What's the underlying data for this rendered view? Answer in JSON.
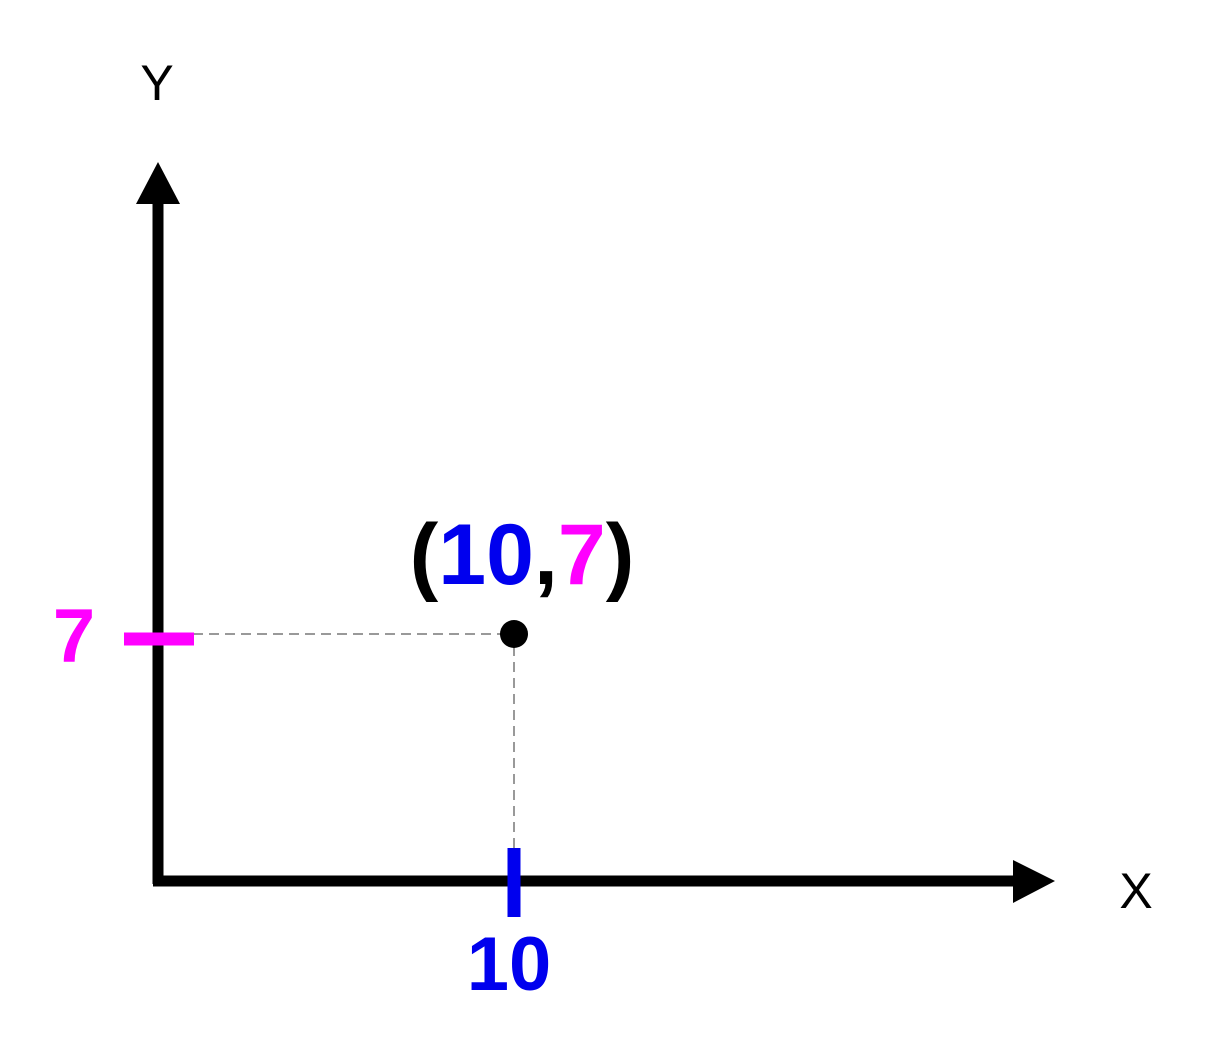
{
  "axes": {
    "x_label": "X",
    "y_label": "Y"
  },
  "point": {
    "x": 10,
    "y": 7,
    "label_open": "(",
    "label_x": "10",
    "label_comma": ",",
    "label_y": "7",
    "label_close": ")"
  },
  "ticks": {
    "x_label": "10",
    "y_label": "7"
  },
  "colors": {
    "axis": "#000000",
    "x_accent": "#0000ee",
    "y_accent": "#ff00ff",
    "guide": "#999999",
    "point": "#000000"
  }
}
